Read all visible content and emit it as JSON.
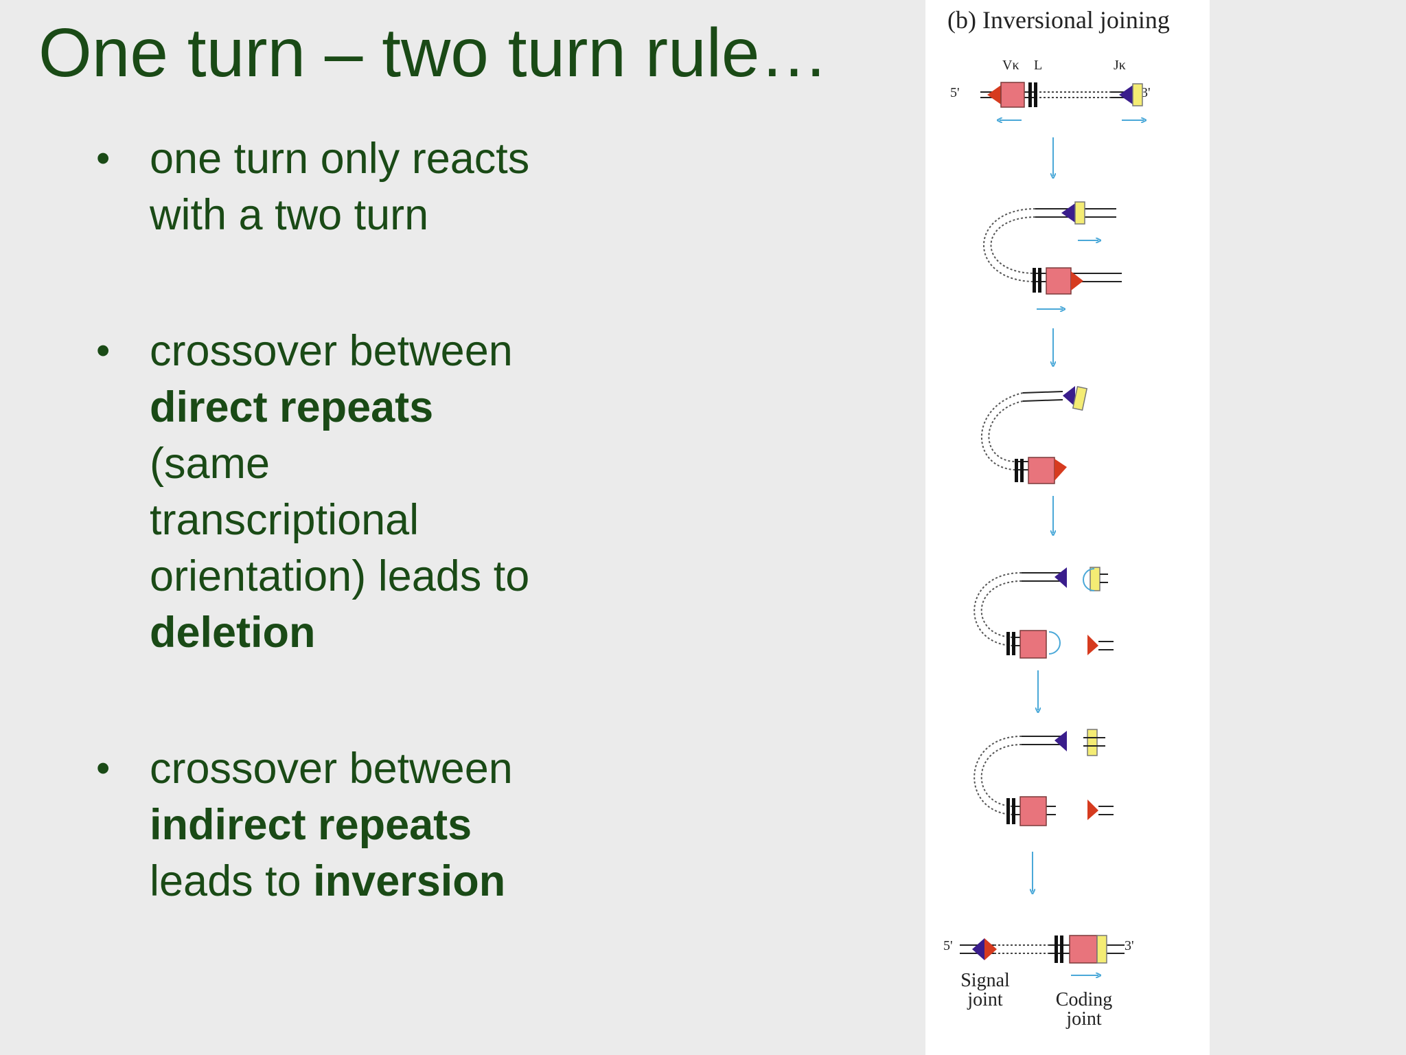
{
  "title": "One turn – two turn rule…",
  "bullets": [
    {
      "parts": [
        "one turn only reacts with a two turn"
      ]
    },
    {
      "parts": [
        "crossover between ",
        "direct repeats",
        " (same transcriptional orientation) leads to ",
        "deletion"
      ]
    },
    {
      "parts": [
        "crossover between ",
        "indirect repeats",
        " leads to ",
        "inversion"
      ]
    }
  ],
  "figure": {
    "title": "(b) Inversional joining",
    "label_v": "Vκ",
    "label_l": "L",
    "label_j": "Jκ",
    "label_5prime": "5'",
    "label_3prime": "3'",
    "signal_joint": [
      "Signal",
      "joint"
    ],
    "coding_joint": [
      "Coding",
      "joint"
    ],
    "colors": {
      "v_segment": "#e8747c",
      "j_segment": "#f4ec74",
      "rss_red": "#d63b1f",
      "rss_purple": "#3a1d8c",
      "arrow": "#4aa8d8"
    }
  }
}
